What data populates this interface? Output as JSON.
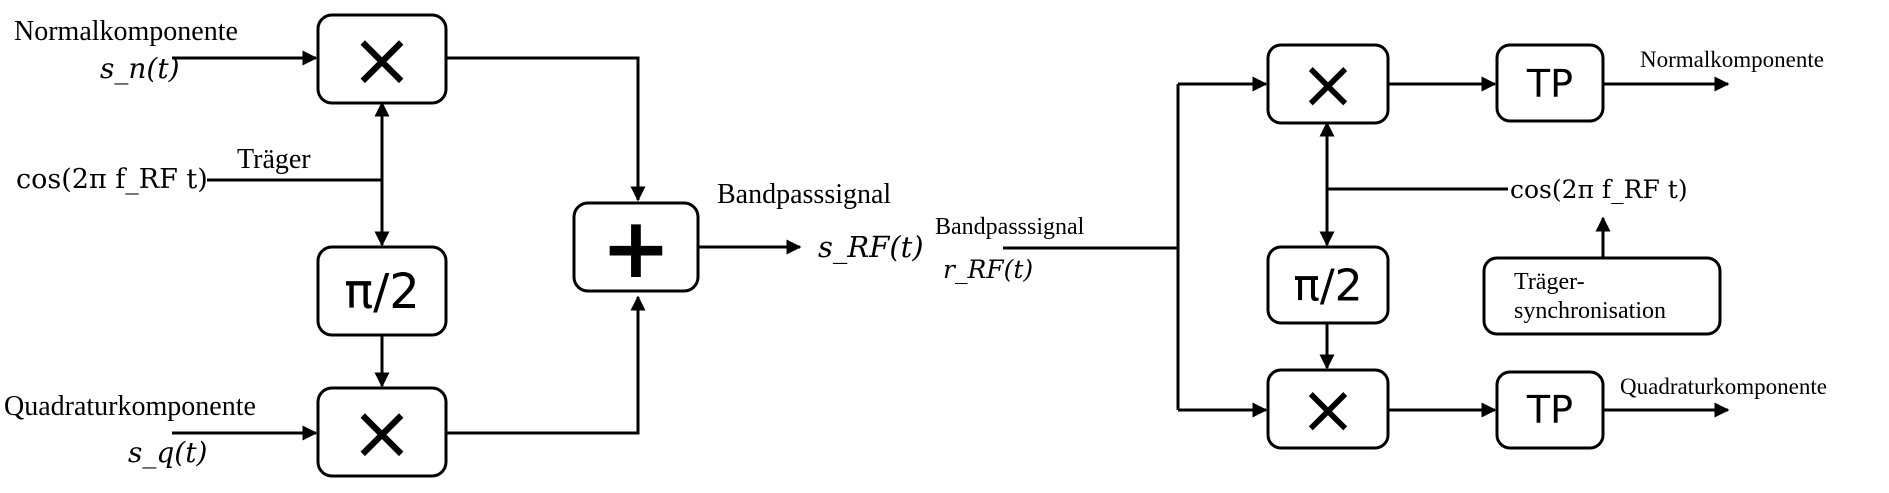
{
  "modulator": {
    "input_n_label": "Normalkomponente",
    "input_n_signal": "s_n(t)",
    "carrier_input": "cos(2π f_RF t)",
    "carrier_label": "Träger",
    "phase_shift_label": "π/2",
    "input_q_label": "Quadraturkomponente",
    "input_q_signal": "s_q(t)",
    "mixer_symbol": "×",
    "adder_symbol": "+",
    "output_label": "Bandpasssignal",
    "output_signal": "s_RF(t)"
  },
  "demodulator": {
    "input_label": "Bandpasssignal",
    "input_signal": "r_RF(t)",
    "mixer_symbol": "×",
    "lowpass_label": "TP",
    "phase_shift_label": "π/2",
    "carrier_signal": "cos(2π f_RF t)",
    "sync_label_line1": "Träger-",
    "sync_label_line2": "synchronisation",
    "output_n_label": "Normalkomponente",
    "output_q_label": "Quadraturkomponente"
  }
}
